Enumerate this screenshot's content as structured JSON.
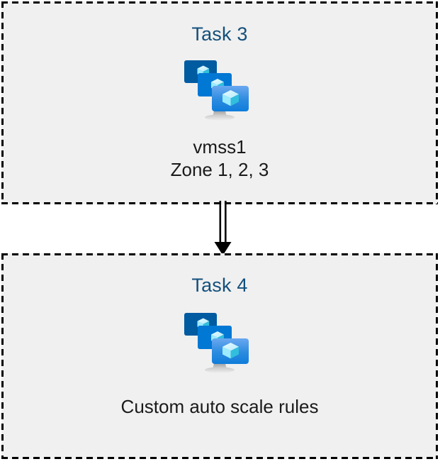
{
  "diagram": {
    "title_color": "#13507c",
    "box_fill": "#f0f0f0",
    "border_color": "#000000",
    "text_color": "#1a1a1a",
    "page_background": "#ffffff",
    "icon_colors": {
      "monitor_back": "#005ba1",
      "monitor_middle": "#0078d4",
      "monitor_front_top": "#5ea0ef",
      "monitor_front_bottom": "#0f7ddb",
      "cube_light": "#c3f1ff",
      "cube_mid": "#9cebff",
      "cube_dark": "#32bedd",
      "stand_gray": "#949494"
    },
    "nodes": [
      {
        "id": "task-3",
        "title": "Task 3",
        "icon": "vmss-icon",
        "labels": [
          "vmss1",
          "Zone 1, 2, 3"
        ]
      },
      {
        "id": "task-4",
        "title": "Task 4",
        "icon": "vmss-icon",
        "labels": [
          "Custom auto scale rules"
        ]
      }
    ],
    "connector": {
      "from": "task-3",
      "to": "task-4",
      "style": "double-line-arrow",
      "direction": "down",
      "color": "#000000"
    }
  }
}
